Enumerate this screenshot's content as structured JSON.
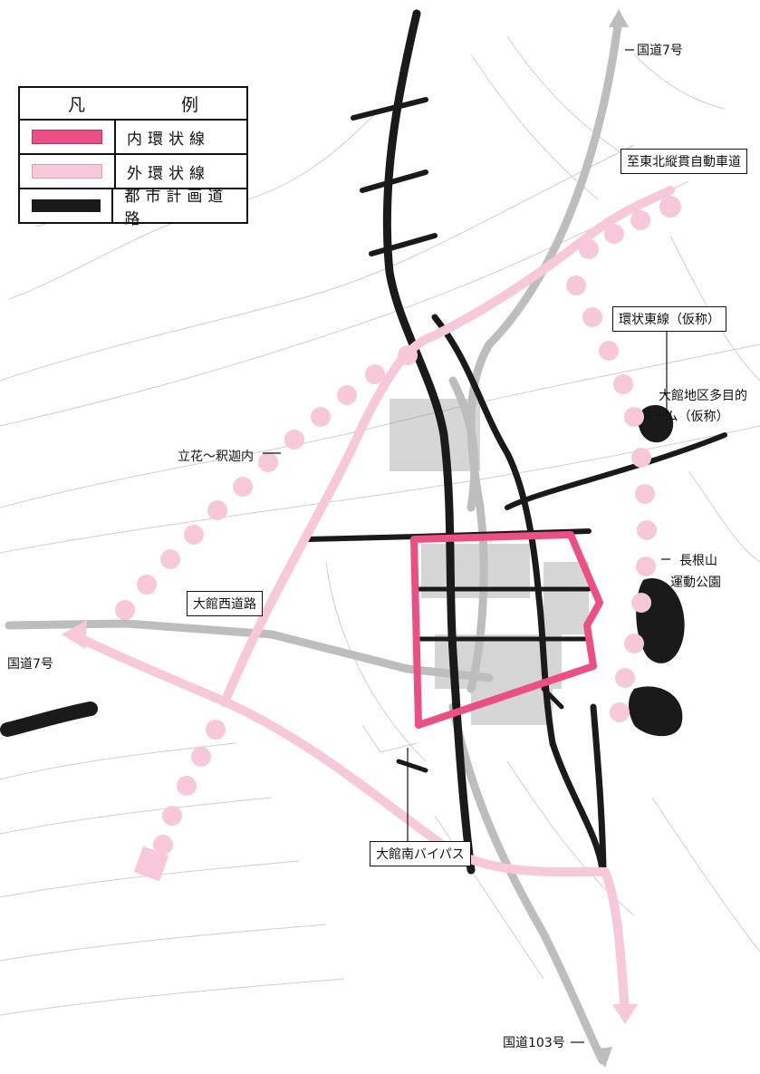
{
  "legend": {
    "title_left": "凡",
    "title_right": "例",
    "items": [
      {
        "label": "内環状線",
        "color": "#ec4f86"
      },
      {
        "label": "外環状線",
        "color": "#f6c8da"
      },
      {
        "label": "都市計画道路",
        "color": "#1a1a1a"
      }
    ]
  },
  "labels": {
    "route7_top": "国道7号",
    "route7_left": "国道7号",
    "route103": "国道103号",
    "expressway": "至東北縦貫自動車道",
    "ring_east": "環状東線（仮称）",
    "dome_line1": "大館地区多目的",
    "dome_line2": "ドーム（仮称）",
    "tachibana": "立花～釈迦内",
    "nagane_line1": "長根山",
    "nagane_line2": "運動公園",
    "west_road": "大館西道路",
    "south_bypass": "大館南バイパス"
  },
  "colors": {
    "inner_ring": "#ec4f86",
    "outer_ring": "#f6c8da",
    "planned_road": "#1a1a1a",
    "national_route": "#bdbdbd",
    "terrain": "#c9c9c9"
  }
}
